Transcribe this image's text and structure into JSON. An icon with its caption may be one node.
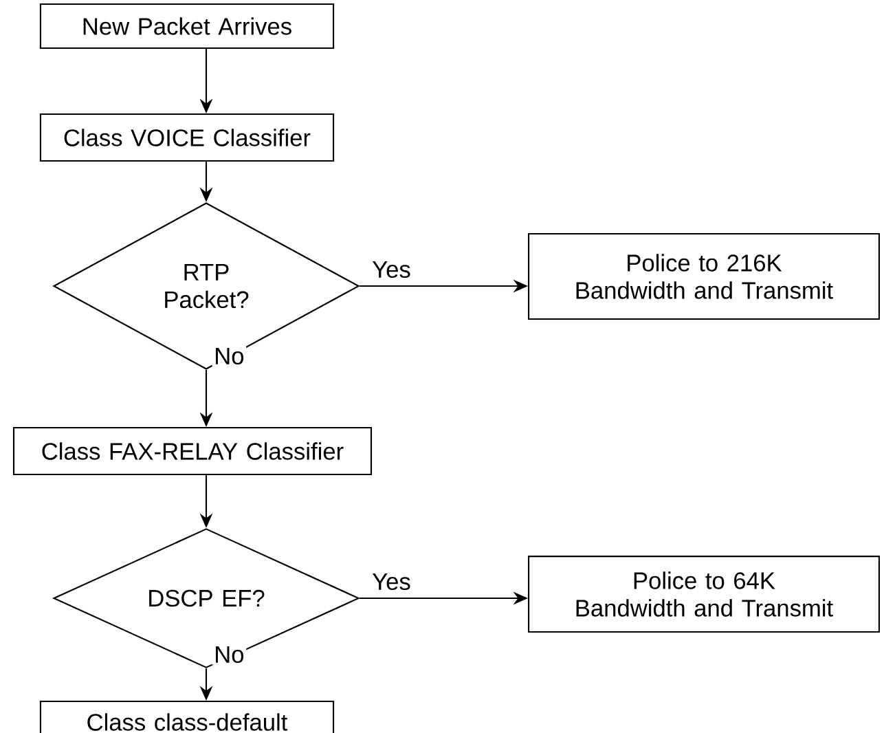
{
  "diagram": {
    "nodes": [
      {
        "text": [
          "New Packet Arrives"
        ]
      },
      {
        "text": [
          "Class VOICE Classifier"
        ]
      },
      {
        "text": [
          "RTP Packet?"
        ]
      },
      {
        "text": [
          "Police to 216K Bandwidth and Transmit"
        ]
      },
      {
        "text": [
          "Class FAX-RELAY Classifier"
        ]
      },
      {
        "text": [
          "DSCP EF?"
        ]
      },
      {
        "text": [
          "Police to 64K Bandwidth and Transmit"
        ]
      },
      {
        "text": [
          "Class class-default"
        ]
      }
    ],
    "edges": [
      {
        "from": 0,
        "to": 1,
        "arrow": "to"
      },
      {
        "from": 1,
        "to": 2,
        "arrow": "to"
      },
      {
        "from": 2,
        "to": 3,
        "arrow": "to",
        "label": "Yes"
      },
      {
        "from": 2,
        "to": 4,
        "arrow": "to",
        "label": "No"
      },
      {
        "from": 4,
        "to": 5,
        "arrow": "to"
      },
      {
        "from": 5,
        "to": 6,
        "arrow": "to",
        "label": "Yes"
      },
      {
        "from": 5,
        "to": 7,
        "arrow": "to",
        "label": "No"
      }
    ]
  }
}
